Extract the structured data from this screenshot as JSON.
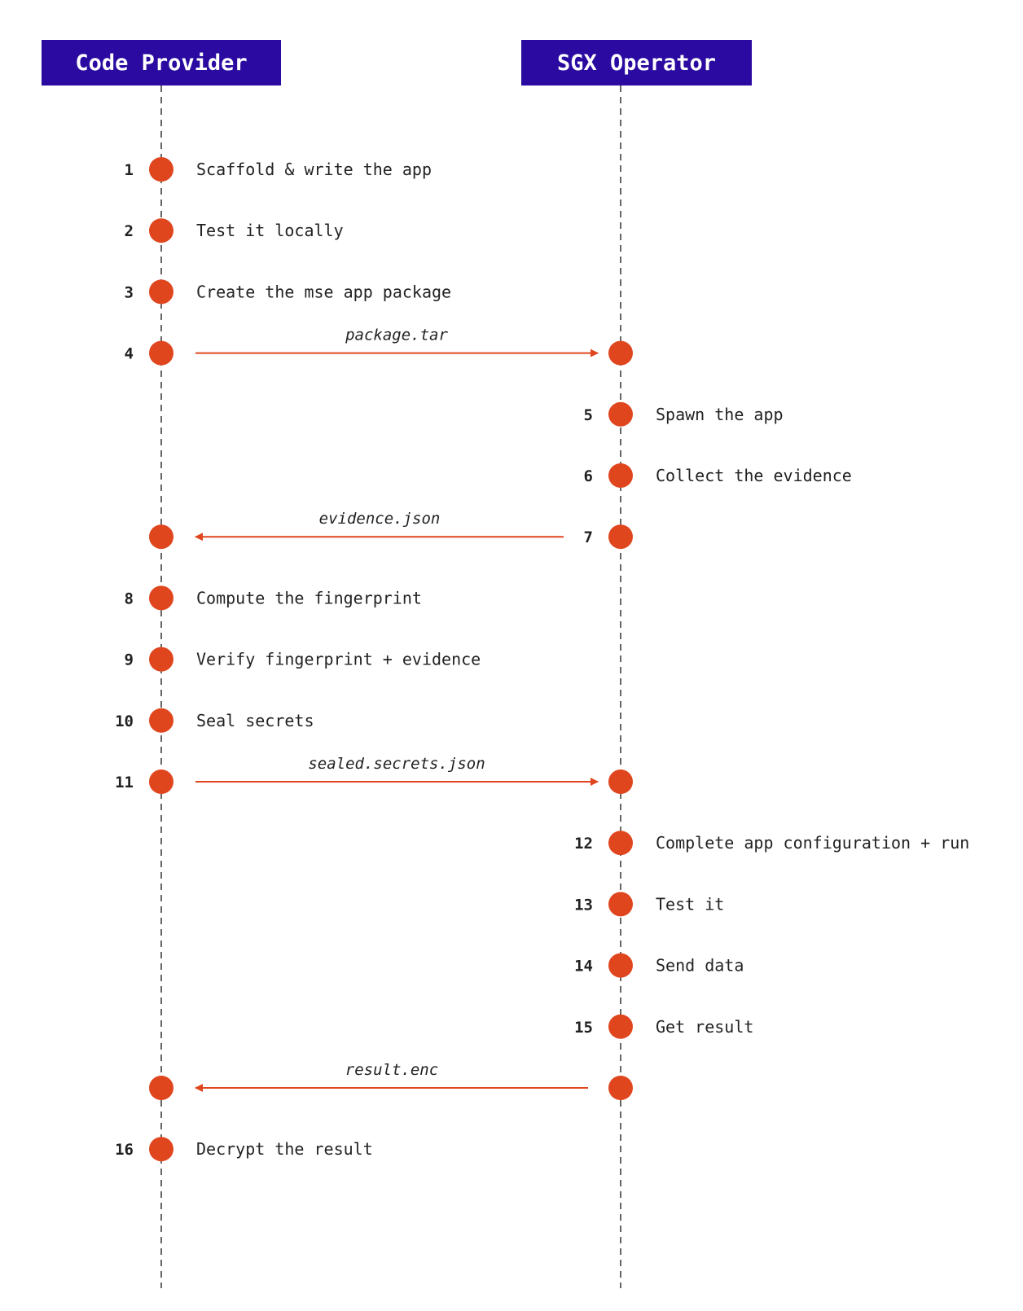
{
  "colors": {
    "header_bg": "#2a0aa0",
    "header_text": "#ffffff",
    "accent": "#e0461e",
    "lifeline": "#666666",
    "text": "#222222"
  },
  "actors": {
    "left": "Code Provider",
    "right": "SGX Operator"
  },
  "events": [
    {
      "kind": "step",
      "lane": "left",
      "num": "1",
      "label": "Scaffold & write the app"
    },
    {
      "kind": "step",
      "lane": "left",
      "num": "2",
      "label": "Test it locally"
    },
    {
      "kind": "step",
      "lane": "left",
      "num": "3",
      "label": "Create the mse app package"
    },
    {
      "kind": "message",
      "num": "4",
      "num_lane": "left",
      "direction": "right",
      "label": "package.tar"
    },
    {
      "kind": "step",
      "lane": "right",
      "num": "5",
      "label": "Spawn the app"
    },
    {
      "kind": "step",
      "lane": "right",
      "num": "6",
      "label": "Collect the evidence"
    },
    {
      "kind": "message",
      "num": "7",
      "num_lane": "right",
      "direction": "left",
      "label": "evidence.json"
    },
    {
      "kind": "step",
      "lane": "left",
      "num": "8",
      "label": "Compute the fingerprint"
    },
    {
      "kind": "step",
      "lane": "left",
      "num": "9",
      "label": "Verify fingerprint + evidence"
    },
    {
      "kind": "step",
      "lane": "left",
      "num": "10",
      "label": "Seal secrets"
    },
    {
      "kind": "message",
      "num": "11",
      "num_lane": "left",
      "direction": "right",
      "label": "sealed.secrets.json"
    },
    {
      "kind": "step",
      "lane": "right",
      "num": "12",
      "label": "Complete app configuration + run"
    },
    {
      "kind": "step",
      "lane": "right",
      "num": "13",
      "label": "Test it"
    },
    {
      "kind": "step",
      "lane": "right",
      "num": "14",
      "label": "Send data"
    },
    {
      "kind": "step",
      "lane": "right",
      "num": "15",
      "label": "Get result"
    },
    {
      "kind": "message",
      "num": "",
      "num_lane": "",
      "direction": "left",
      "label": "result.enc"
    },
    {
      "kind": "step",
      "lane": "left",
      "num": "16",
      "label": "Decrypt the result"
    }
  ]
}
